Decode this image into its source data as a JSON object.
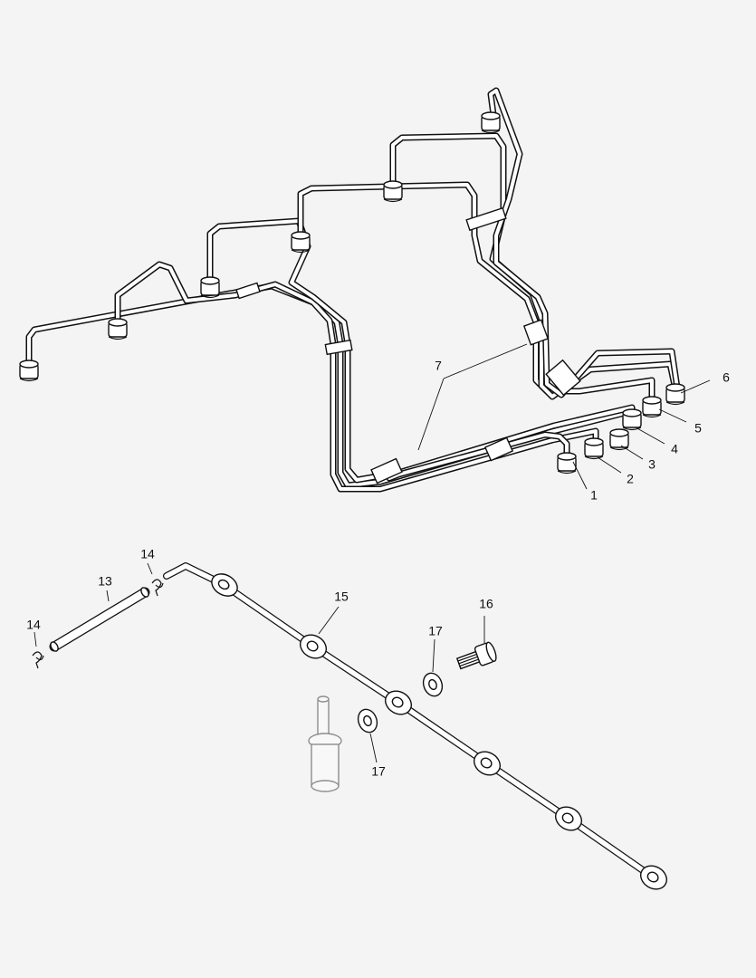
{
  "diagram": {
    "callouts": {
      "c1": "1",
      "c2": "2",
      "c3": "3",
      "c4": "4",
      "c5": "5",
      "c6": "6",
      "c7": "7",
      "c13": "13",
      "c14a": "14",
      "c14b": "14",
      "c15": "15",
      "c16": "16",
      "c17a": "17",
      "c17b": "17"
    }
  }
}
